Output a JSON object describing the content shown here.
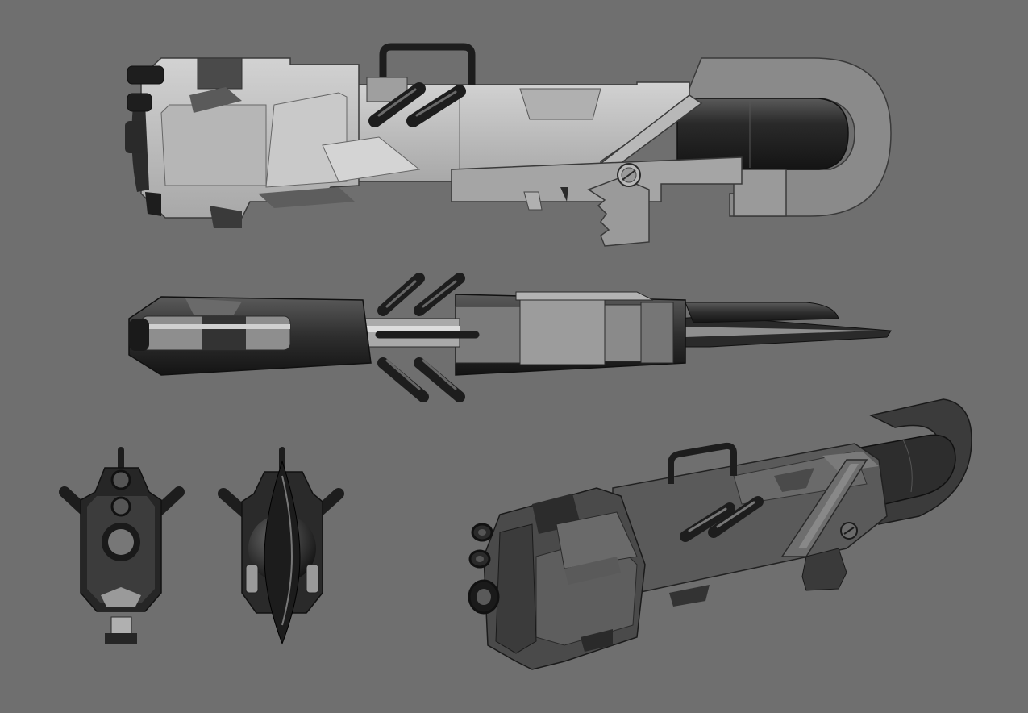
{
  "scene": {
    "background_color": "#6f6f6f",
    "palette": {
      "light": "#c4c4c4",
      "mid": "#9c9c9c",
      "dark": "#3d3d3d",
      "black": "#1d1d1d",
      "edge": "#2a2a2a",
      "highlight": "#e2e2e2"
    },
    "views": [
      {
        "name": "side-view",
        "icon": "weapon-side-view"
      },
      {
        "name": "top-view",
        "icon": "weapon-top-view"
      },
      {
        "name": "front-view",
        "icon": "weapon-front-view"
      },
      {
        "name": "rear-view",
        "icon": "weapon-rear-view"
      },
      {
        "name": "perspective-view",
        "icon": "weapon-perspective-view"
      }
    ]
  }
}
